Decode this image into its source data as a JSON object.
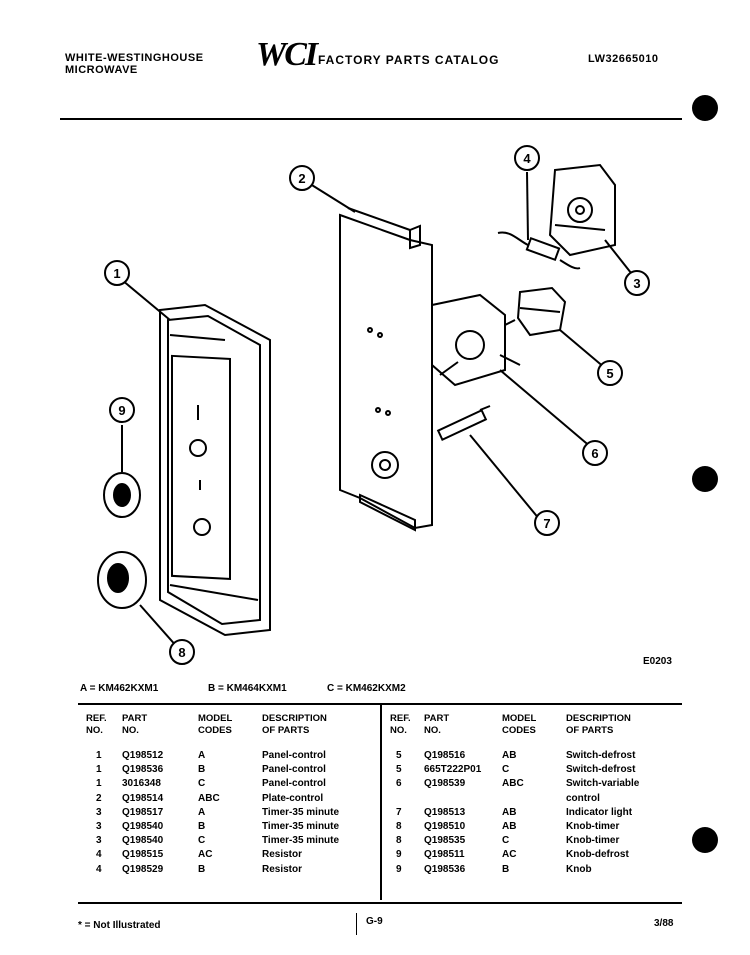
{
  "header": {
    "brand_line1": "WHITE-WESTINGHOUSE",
    "brand_line2": "MICROWAVE",
    "logo": "WCI",
    "catalog_title": "FACTORY PARTS CATALOG",
    "catalog_number": "LW32665010"
  },
  "diagram": {
    "code": "E0203",
    "callouts": [
      "1",
      "2",
      "3",
      "4",
      "5",
      "6",
      "7",
      "8",
      "9"
    ]
  },
  "models": {
    "a": "A = KM462KXM1",
    "b": "B = KM464KXM1",
    "c": "C = KM462KXM2"
  },
  "table": {
    "headers": {
      "ref_no": [
        "REF.",
        "NO."
      ],
      "part_no": [
        "PART",
        "NO."
      ],
      "model_codes": [
        "MODEL",
        "CODES"
      ],
      "description": [
        "DESCRIPTION",
        "OF PARTS"
      ]
    },
    "left_rows": [
      {
        "ref": "1",
        "part": "Q198512",
        "model": "A",
        "desc": "Panel-control"
      },
      {
        "ref": "1",
        "part": "Q198536",
        "model": "B",
        "desc": "Panel-control"
      },
      {
        "ref": "1",
        "part": "3016348",
        "model": "C",
        "desc": "Panel-control"
      },
      {
        "ref": "2",
        "part": "Q198514",
        "model": "ABC",
        "desc": "Plate-control"
      },
      {
        "ref": "3",
        "part": "Q198517",
        "model": "A",
        "desc": "Timer-35 minute"
      },
      {
        "ref": "3",
        "part": "Q198540",
        "model": "B",
        "desc": "Timer-35 minute"
      },
      {
        "ref": "3",
        "part": "Q198540",
        "model": "C",
        "desc": "Timer-35 minute"
      },
      {
        "ref": "4",
        "part": "Q198515",
        "model": "AC",
        "desc": "Resistor"
      },
      {
        "ref": "4",
        "part": "Q198529",
        "model": "B",
        "desc": "Resistor"
      }
    ],
    "right_rows": [
      {
        "ref": "5",
        "part": "Q198516",
        "model": "AB",
        "desc": "Switch-defrost"
      },
      {
        "ref": "5",
        "part": "665T222P01",
        "model": "C",
        "desc": "Switch-defrost"
      },
      {
        "ref": "6",
        "part": "Q198539",
        "model": "ABC",
        "desc": "Switch-variable"
      },
      {
        "ref": "",
        "part": "",
        "model": "",
        "desc": "control"
      },
      {
        "ref": "7",
        "part": "Q198513",
        "model": "AB",
        "desc": "Indicator light"
      },
      {
        "ref": "8",
        "part": "Q198510",
        "model": "AB",
        "desc": "Knob-timer"
      },
      {
        "ref": "8",
        "part": "Q198535",
        "model": "C",
        "desc": "Knob-timer"
      },
      {
        "ref": "9",
        "part": "Q198511",
        "model": "AC",
        "desc": "Knob-defrost"
      },
      {
        "ref": "9",
        "part": "Q198536",
        "model": "B",
        "desc": "Knob"
      }
    ]
  },
  "footer": {
    "note": "* = Not Illustrated",
    "page": "G-9",
    "date": "3/88"
  }
}
